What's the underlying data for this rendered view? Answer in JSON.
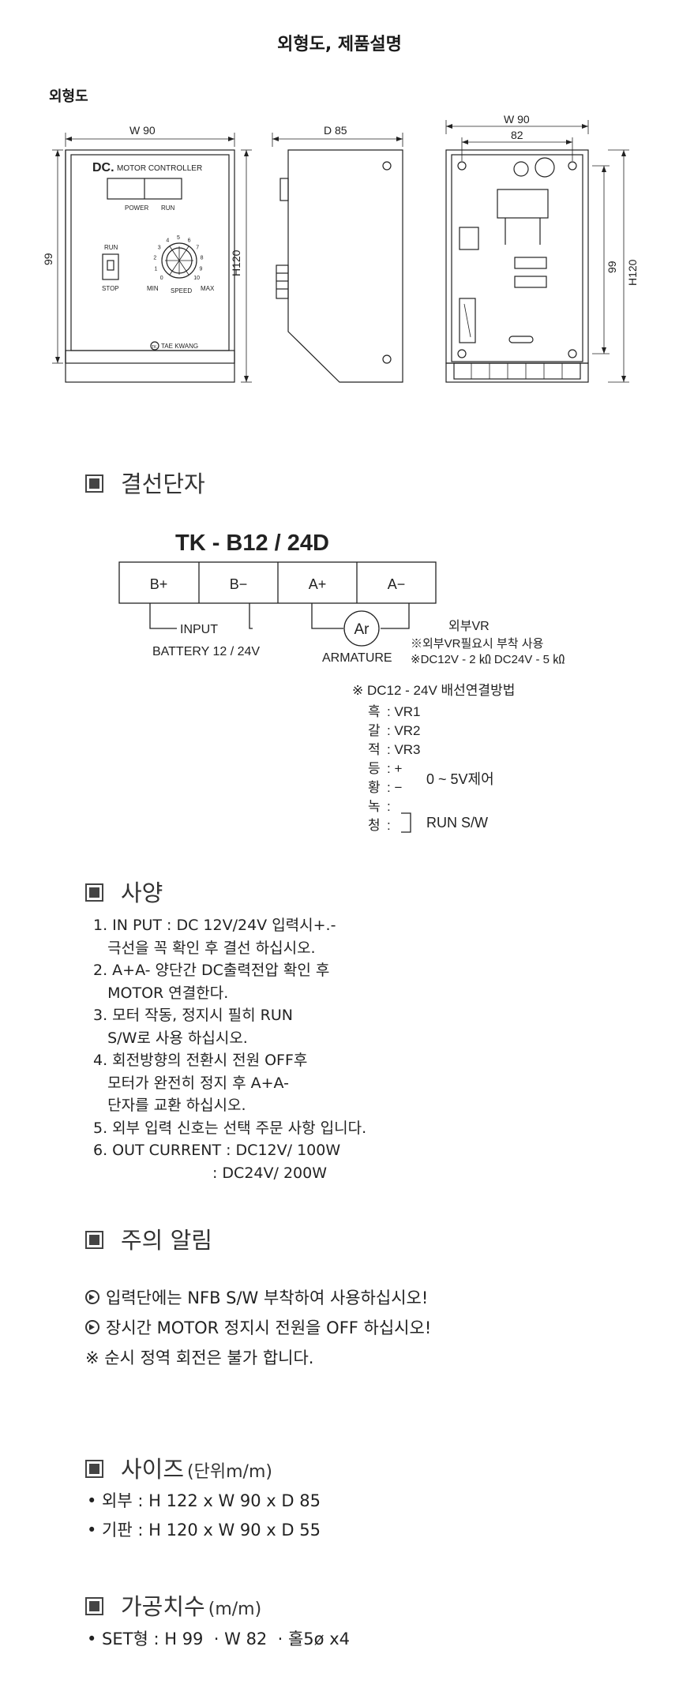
{
  "page_title": "외형도, 제품설명",
  "outline": {
    "heading": "외형도",
    "front": {
      "width_label": "W 90",
      "height_label": "99",
      "height_label_outer": "H120",
      "brand_main": "DC.",
      "brand_sub": "MOTOR CONTROLLER",
      "lamp_power": "POWER",
      "lamp_run": "RUN",
      "switch_top": "RUN",
      "switch_bottom": "STOP",
      "dial_min": "MIN",
      "dial_speed": "SPEED",
      "dial_max": "MAX",
      "dial_numbers": [
        "0",
        "1",
        "2",
        "3",
        "4",
        "5",
        "6",
        "7",
        "8",
        "9",
        "10"
      ],
      "maker": "TAE KWANG",
      "maker_logo": "TK"
    },
    "side": {
      "depth_label": "D 85"
    },
    "back": {
      "width_label": "W 90",
      "inner_width_label": "82",
      "height_label": "99",
      "height_label_outer": "H120"
    }
  },
  "wiring": {
    "heading": "결선단자",
    "model": "TK - B12 / 24D",
    "terminals": [
      "B+",
      "B−",
      "A+",
      "A−"
    ],
    "input_label": "INPUT",
    "battery_label": "BATTERY 12 / 24V",
    "armature_symbol": "Ar",
    "armature_label": "ARMATURE",
    "ext_vr_title": "외부VR",
    "ext_vr_note1": "※외부VR필요시 부착 사용",
    "ext_vr_note2": "※DC12V - 2 ㏀  DC24V - 5 ㏀",
    "method_title": "※ DC12 - 24V  배선연결방법",
    "colors": [
      {
        "name": "흑",
        "value": ": VR1"
      },
      {
        "name": "갈",
        "value": ": VR2"
      },
      {
        "name": "적",
        "value": ": VR3"
      },
      {
        "name": "등",
        "value": ": +"
      },
      {
        "name": "황",
        "value": ": −"
      },
      {
        "name": "녹",
        "value": ":"
      },
      {
        "name": "청",
        "value": ":"
      }
    ],
    "control_note": "0 ~ 5V제어",
    "run_note": "RUN  S/W"
  },
  "specs": {
    "heading": "사양",
    "lines": [
      "1. IN PUT : DC 12V/24V 입력시+.-",
      "   극선을 꼭 확인 후 결선 하십시오.",
      "2. A+A- 양단간 DC출력전압 확인 후",
      "   MOTOR 연결한다.",
      "3. 모터 작동, 정지시 필히 RUN",
      "   S/W로 사용 하십시오.",
      "4. 회전방향의 전환시 전원 OFF후",
      "   모터가 완전히 정지 후 A+A-",
      "   단자를 교환 하십시오.",
      "5. 외부 입력 신호는 선택 주문 사항 입니다.",
      "6. OUT CURRENT : DC12V/ 100W",
      "                         : DC24V/ 200W"
    ]
  },
  "notice": {
    "heading": "주의 알림",
    "line1": "입력단에는 NFB S/W 부착하여 사용하십시오!",
    "line2": "장시간 MOTOR 정지시 전원을 OFF 하십시오!",
    "line3": "※ 순시 정역 회전은 불가 합니다."
  },
  "size": {
    "heading": "사이즈",
    "unit": "(단위m/m)",
    "outer": "• 외부 : H 122 x W 90 x D 85",
    "board": "• 기판 : H 120 x W 90 x D 55"
  },
  "machining": {
    "heading": "가공치수",
    "unit": "(m/m)",
    "line": "• SET형 : H 99  · W 82  · 홀5ø x4"
  }
}
